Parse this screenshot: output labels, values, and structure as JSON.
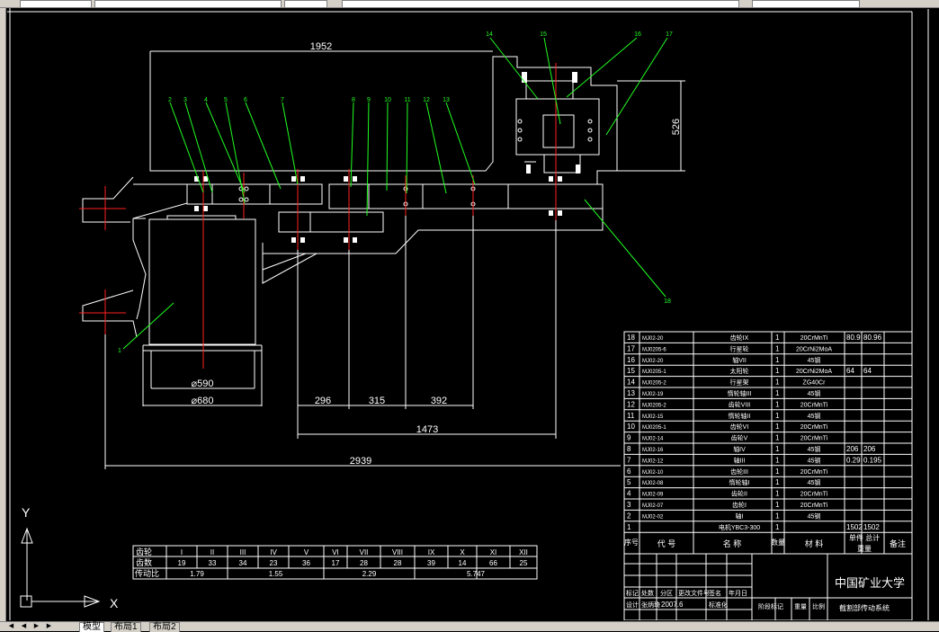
{
  "app": {
    "layout_tabs": [
      "模型",
      "布局1",
      "布局2"
    ]
  },
  "drawing": {
    "dimensions": {
      "d1952": "1952",
      "d526": "526",
      "d590": "⌀590",
      "d680": "⌀680",
      "d296": "296",
      "d315": "315",
      "d392": "392",
      "d1473": "1473",
      "d2939": "2939"
    },
    "callouts": [
      "2",
      "3",
      "4",
      "5",
      "6",
      "7",
      "8",
      "9",
      "10",
      "11",
      "12",
      "13",
      "14",
      "15",
      "16",
      "17",
      "18",
      "1"
    ],
    "ucs": {
      "x": "X",
      "y": "Y"
    }
  },
  "gear_table": {
    "headers": {
      "r1": "齿轮",
      "r2": "齿数",
      "r3": "传动比"
    },
    "gears": [
      "I",
      "II",
      "III",
      "IV",
      "V",
      "VI",
      "VII",
      "VIII",
      "IX",
      "X",
      "XI",
      "XII"
    ],
    "teeth": [
      "19",
      "33",
      "34",
      "23",
      "36",
      "17",
      "28",
      "28",
      "39",
      "14",
      "66",
      "25"
    ],
    "ratios": [
      "1.79",
      "1.55",
      "2.29",
      "5.747"
    ]
  },
  "parts_list": {
    "rows": [
      {
        "no": "18",
        "code": "MJ02-20",
        "name": "齿轮IX",
        "qty": "1",
        "mat": "20CrMnTi",
        "w1": "80.9",
        "w2": "80.96"
      },
      {
        "no": "17",
        "code": "MJ0205-6",
        "name": "行星轮",
        "qty": "1",
        "mat": "20CrNi2MoA",
        "w1": "",
        "w2": ""
      },
      {
        "no": "16",
        "code": "MJ02-20",
        "name": "轴VII",
        "qty": "1",
        "mat": "45钢",
        "w1": "",
        "w2": ""
      },
      {
        "no": "15",
        "code": "MJ0205-1",
        "name": "太阳轮",
        "qty": "1",
        "mat": "20CrNi2MoA",
        "w1": "64",
        "w2": "64"
      },
      {
        "no": "14",
        "code": "MJ0205-2",
        "name": "行星架",
        "qty": "1",
        "mat": "ZG40Cr",
        "w1": "",
        "w2": ""
      },
      {
        "no": "13",
        "code": "MJ02-19",
        "name": "惰轮轴III",
        "qty": "1",
        "mat": "45钢",
        "w1": "",
        "w2": ""
      },
      {
        "no": "12",
        "code": "MJ0205-2",
        "name": "齿轮VIII",
        "qty": "1",
        "mat": "20CrMnTi",
        "w1": "",
        "w2": ""
      },
      {
        "no": "11",
        "code": "MJ02-15",
        "name": "惰轮轴II",
        "qty": "1",
        "mat": "45钢",
        "w1": "",
        "w2": ""
      },
      {
        "no": "10",
        "code": "MJ0205-1",
        "name": "齿轮VI",
        "qty": "1",
        "mat": "20CrMnTi",
        "w1": "",
        "w2": ""
      },
      {
        "no": "9",
        "code": "MJ02-14",
        "name": "齿轮V",
        "qty": "1",
        "mat": "20CrMnTi",
        "w1": "",
        "w2": ""
      },
      {
        "no": "8",
        "code": "MJ02-16",
        "name": "轴IV",
        "qty": "1",
        "mat": "45钢",
        "w1": "206",
        "w2": "206"
      },
      {
        "no": "7",
        "code": "MJ02-12",
        "name": "轴III",
        "qty": "1",
        "mat": "45钢",
        "w1": "0.29",
        "w2": "0.195"
      },
      {
        "no": "6",
        "code": "MJ02-10",
        "name": "齿轮III",
        "qty": "1",
        "mat": "20CrMnTi",
        "w1": "",
        "w2": ""
      },
      {
        "no": "5",
        "code": "MJ02-08",
        "name": "惰轮轴I",
        "qty": "1",
        "mat": "45钢",
        "w1": "",
        "w2": ""
      },
      {
        "no": "4",
        "code": "MJ02-09",
        "name": "齿轮II",
        "qty": "1",
        "mat": "20CrMnTi",
        "w1": "",
        "w2": ""
      },
      {
        "no": "3",
        "code": "MJ02-07",
        "name": "齿轮I",
        "qty": "1",
        "mat": "20CrMnTi",
        "w1": "",
        "w2": ""
      },
      {
        "no": "2",
        "code": "MJ02-02",
        "name": "轴I",
        "qty": "1",
        "mat": "45钢",
        "w1": "",
        "w2": ""
      },
      {
        "no": "1",
        "code": "",
        "name": "电机YBC3-300",
        "qty": "1",
        "mat": "",
        "w1": "1502",
        "w2": "1502"
      }
    ],
    "header": {
      "no": "序号",
      "code": "代 号",
      "name": "名 称",
      "qty": "数量",
      "mat": "材 料",
      "w": "单件 总计",
      "wsub": "重量",
      "note": "备注"
    }
  },
  "title_block": {
    "university": "中国矿业大学",
    "drawing_name": "截割部传动系统",
    "row1": [
      "标记",
      "处数",
      "分区",
      "更改文件号",
      "签名",
      "年月日"
    ],
    "row2": {
      "design": "设计",
      "name": "张炳琦",
      "date": "2007.6",
      "std": "标准化"
    },
    "stage": "阶段标记",
    "weight": "重量",
    "scale": "比例"
  }
}
